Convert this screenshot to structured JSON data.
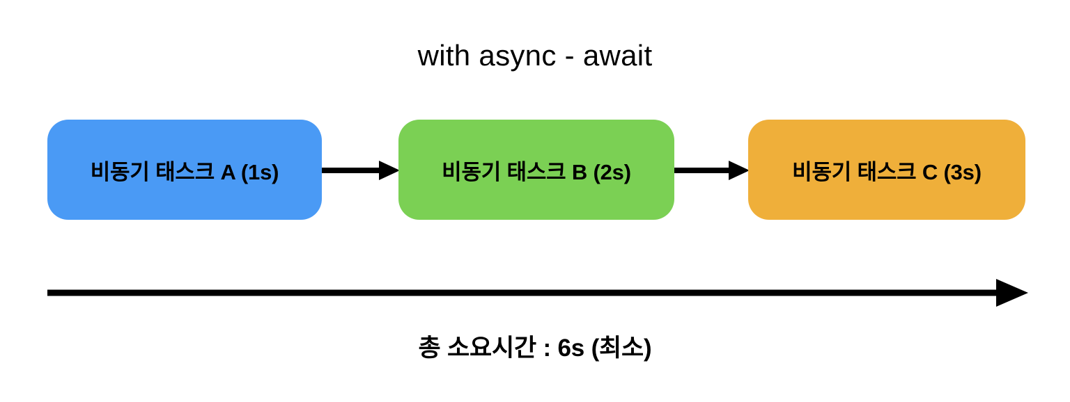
{
  "diagram": {
    "title": "with async - await",
    "caption": "총 소요시간 : 6s (최소)",
    "background_color": "#ffffff",
    "text_color": "#000000",
    "tasks": [
      {
        "id": "a",
        "label": "비동기 태스크 A (1s)",
        "name": "비동기 태스크 A",
        "duration": "1s",
        "color": "#4a9af5"
      },
      {
        "id": "b",
        "label": "비동기 태스크 B (2s)",
        "name": "비동기 태스크 B",
        "duration": "2s",
        "color": "#7bd054"
      },
      {
        "id": "c",
        "label": "비동기 태스크 C (3s)",
        "name": "비동기 태스크 C",
        "duration": "3s",
        "color": "#efaf3a"
      }
    ],
    "connectors": [
      {
        "from": "a",
        "to": "b",
        "style": "solid-arrow",
        "color": "#000000"
      },
      {
        "from": "b",
        "to": "c",
        "style": "solid-arrow",
        "color": "#000000"
      }
    ],
    "timeline": {
      "name": "time-axis",
      "direction": "left-to-right",
      "color": "#000000",
      "total_duration": "6s"
    }
  }
}
